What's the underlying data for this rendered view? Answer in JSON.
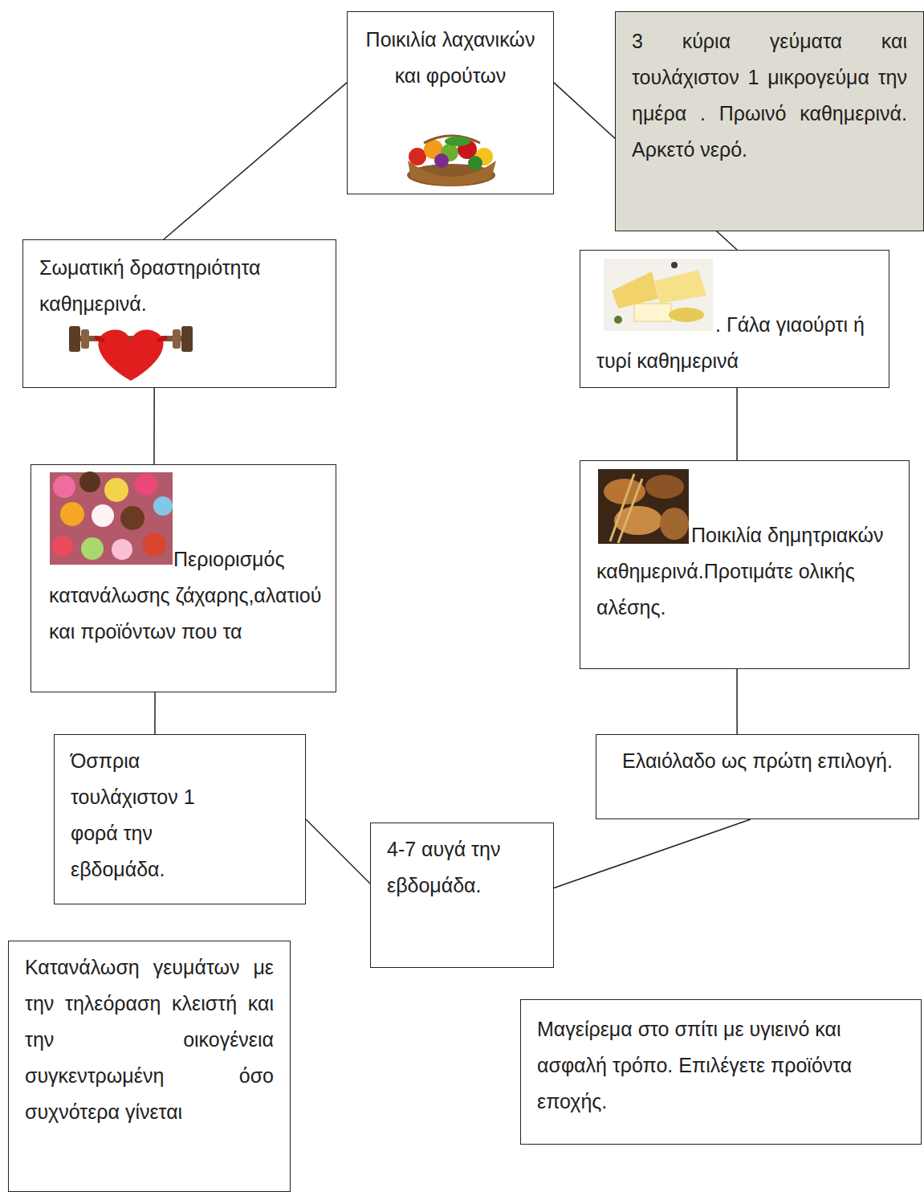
{
  "diagram": {
    "nodes": [
      {
        "text": [
          "Ποικιλία λαχανικών και φρούτων"
        ]
      },
      {
        "text": [
          "3 κύρια γεύματα και τουλάχιστον 1 μικρογεύμα την ημέρα . Πρωινό καθημερινά. Αρκετό νερό."
        ]
      },
      {
        "text": [
          "Σωματική δραστηριότητα καθημερινά."
        ]
      },
      {
        "text": [
          ". Γάλα γιαούρτι ή τυρί καθημερινά"
        ]
      },
      {
        "text": [
          "Περιορισμός κατανάλωσης ζάχαρης,αλατιού και προϊόντων που τα"
        ]
      },
      {
        "text": [
          "Ποικιλία δημητριακών καθημερινά.Προτιμάτε ολικής αλέσης."
        ]
      },
      {
        "text": [
          "Όσπρια τουλάχιστον 1 φορά την εβδομάδα."
        ]
      },
      {
        "text": [
          "Ελαιόλαδο ως πρώτη επιλογή."
        ]
      },
      {
        "text": [
          "4-7 αυγά την εβδομάδα."
        ]
      },
      {
        "text": [
          "Κατανάλωση γευμάτων με την τηλεόραση κλειστή και την οικογένεια συγκεντρωμένη όσο συχνότερα γίνεται"
        ]
      },
      {
        "text": [
          "Μαγείρεμα στο σπίτι με υγιεινό και ασφαλή τρόπο. Επιλέγετε προϊόντα εποχής."
        ]
      }
    ],
    "edges": [
      {
        "from": 0,
        "to": 2,
        "arrow": "none"
      },
      {
        "from": 0,
        "to": 3,
        "arrow": "none"
      },
      {
        "from": 2,
        "to": 4,
        "arrow": "none"
      },
      {
        "from": 3,
        "to": 5,
        "arrow": "none"
      },
      {
        "from": 4,
        "to": 6,
        "arrow": "none"
      },
      {
        "from": 5,
        "to": 7,
        "arrow": "none"
      },
      {
        "from": 6,
        "to": 8,
        "arrow": "none"
      },
      {
        "from": 8,
        "to": 7,
        "arrow": "none"
      }
    ]
  }
}
